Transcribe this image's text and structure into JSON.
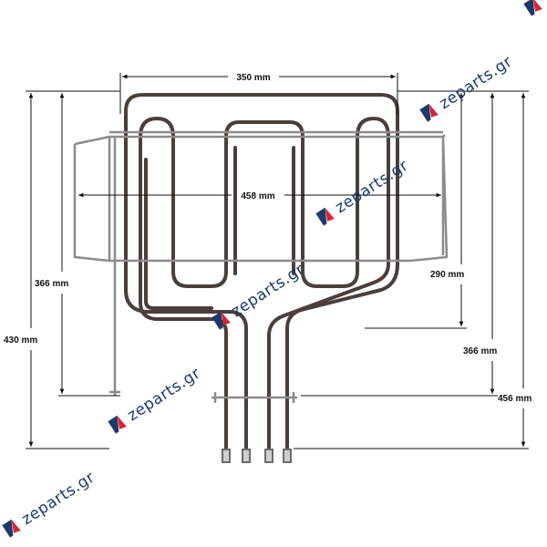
{
  "dimensions": {
    "top_width": "350 mm",
    "rack_width": "458 mm",
    "left_inner_height": "366 mm",
    "left_outer_height": "430 mm",
    "right_element_height": "290 mm",
    "right_mid_height": "366 mm",
    "right_outer_height": "456 mm"
  },
  "watermark": {
    "text": "zeparts.gr",
    "brand_color": "#1b3a6b",
    "accent_color": "#d6263a",
    "logo_icon": "zeparts-logo-icon"
  },
  "colors": {
    "element": "#4a3f3a",
    "rack": "#8c8c8c",
    "dimension_line": "#111111"
  }
}
